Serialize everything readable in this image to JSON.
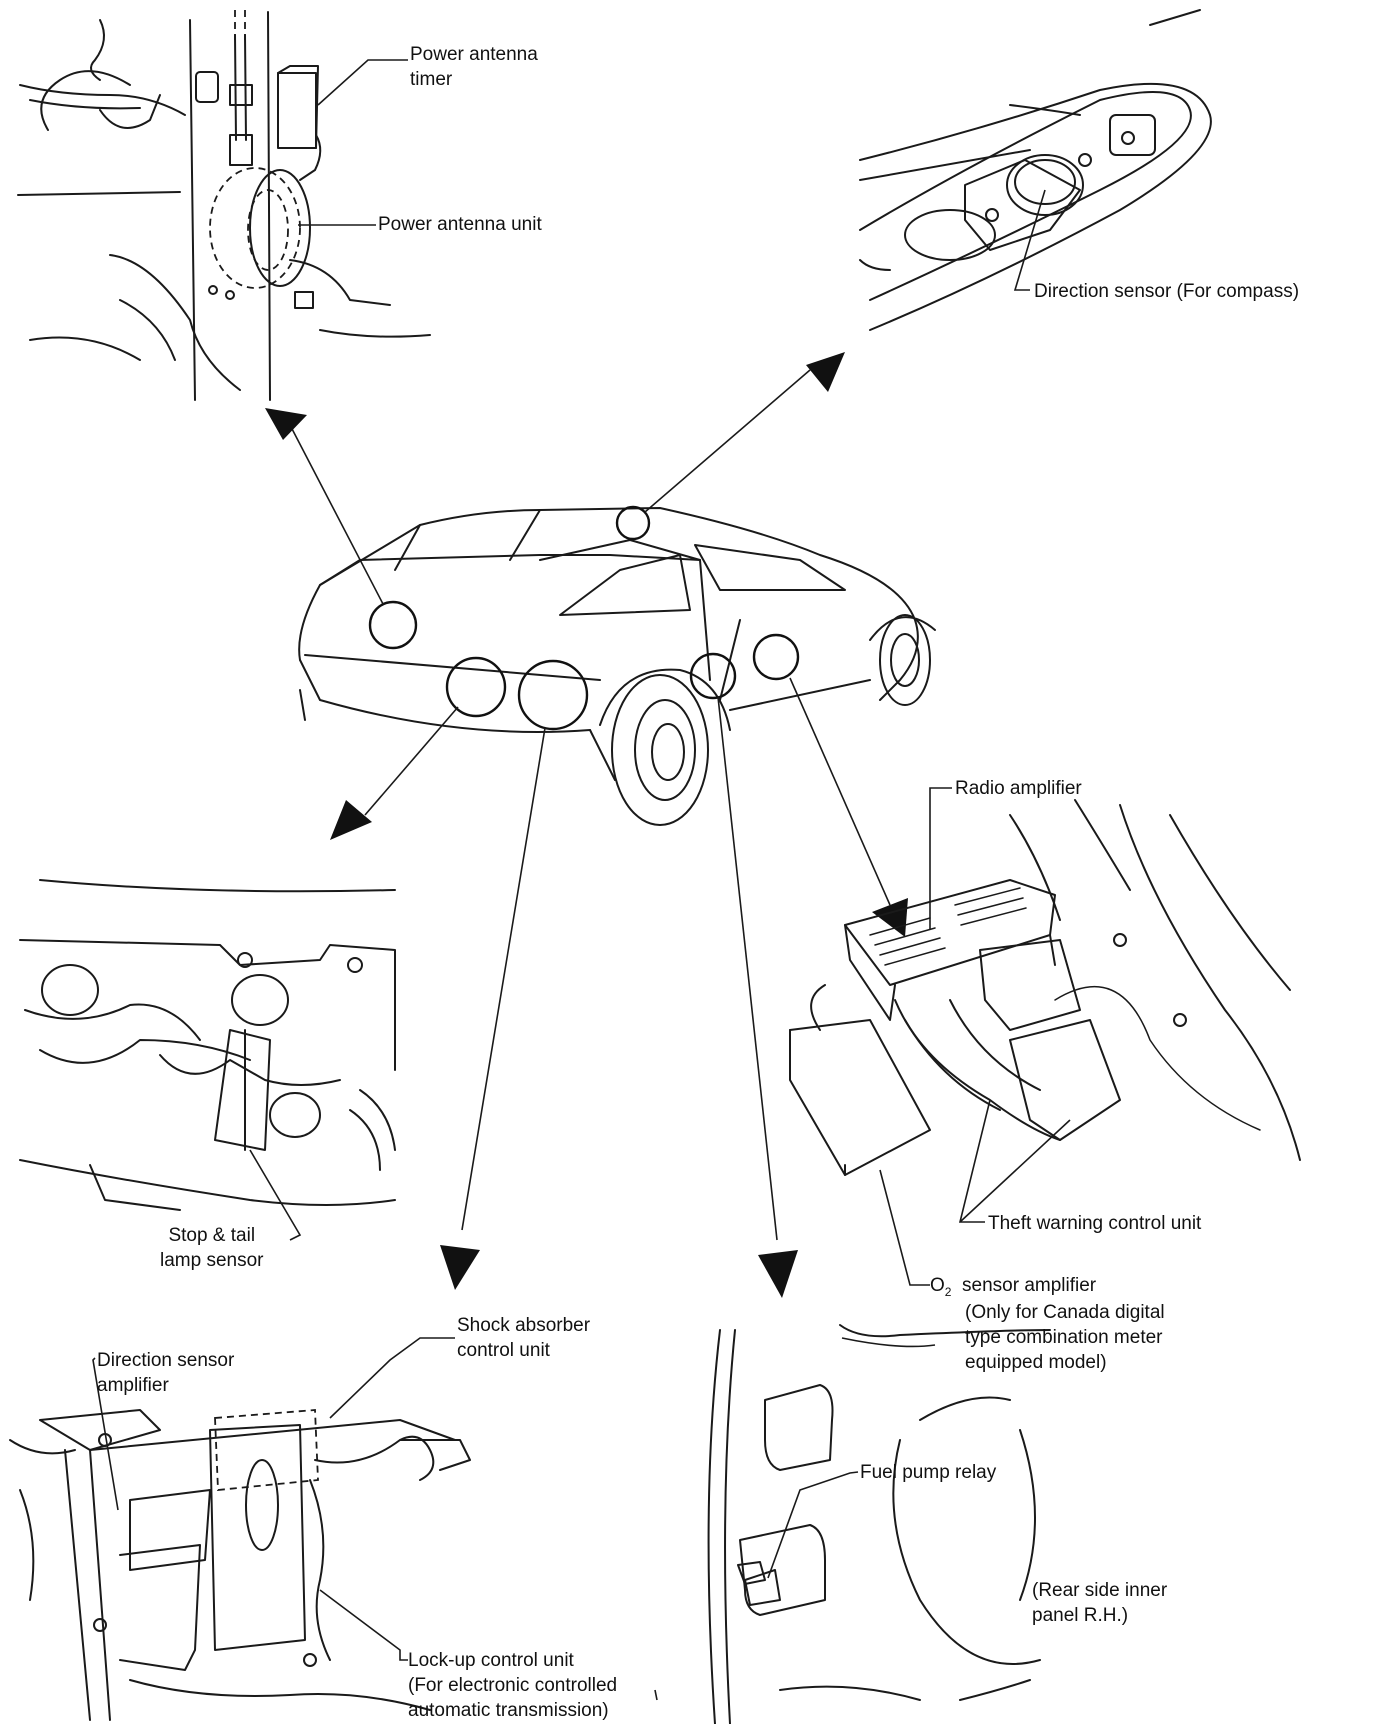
{
  "labels": {
    "power_antenna_timer": [
      "Power antenna",
      "timer"
    ],
    "power_antenna_unit": [
      "Power antenna unit"
    ],
    "direction_sensor": [
      "Direction sensor (For compass)"
    ],
    "radio_amplifier": [
      "Radio amplifier"
    ],
    "theft_warning": [
      "Theft warning control unit"
    ],
    "o2_amplifier": [
      "O",
      "sensor amplifier"
    ],
    "o2_subscript": "2",
    "o2_note": [
      "(Only for Canada digital",
      "type combination meter",
      "equipped model)"
    ],
    "stop_tail": [
      "Stop & tail",
      "lamp sensor"
    ],
    "shock_absorber": [
      "Shock absorber",
      "control unit"
    ],
    "direction_sensor_amp": [
      "Direction sensor",
      "amplifier"
    ],
    "lockup": [
      "Lock-up control unit",
      "(For electronic controlled",
      "automatic transmission)"
    ],
    "fuel_pump": [
      "Fuel pump relay"
    ],
    "rear_side": [
      "(Rear side inner",
      "panel R.H.)"
    ]
  },
  "colors": {
    "ink": "#111111",
    "paper": "#ffffff"
  }
}
